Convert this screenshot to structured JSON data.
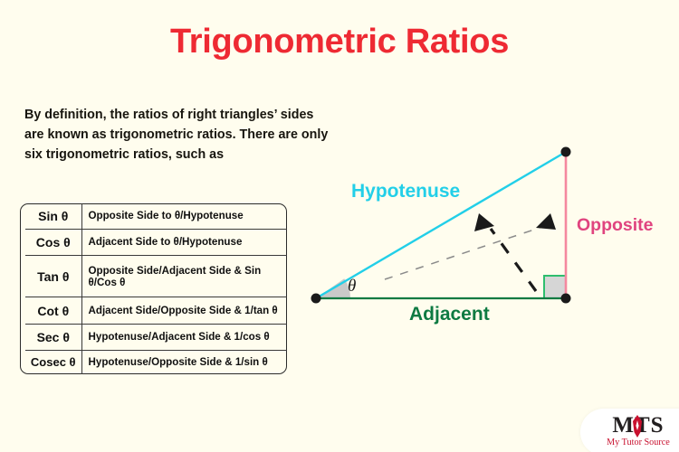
{
  "page": {
    "background_color": "#FFFDEE",
    "title": "Trigonometric Ratios",
    "title_color": "#EE2A33"
  },
  "intro": {
    "line1": "By definition, the ratios of right triangles’ sides",
    "line2": "are known as trigonometric ratios. There are only",
    "line3": "six trigonometric ratios, such as"
  },
  "table": {
    "rows": [
      {
        "fn": "Sin θ",
        "def": "Opposite Side to θ/Hypotenuse"
      },
      {
        "fn": "Cos θ",
        "def": "Adjacent Side to θ/Hypotenuse"
      },
      {
        "fn": "Tan θ",
        "def": "Opposite Side/Adjacent Side & Sin θ/Cos θ"
      },
      {
        "fn": "Cot θ",
        "def": "Adjacent Side/Opposite Side & 1/tan θ"
      },
      {
        "fn": "Sec θ",
        "def": "Hypotenuse/Adjacent Side & 1/cos θ"
      },
      {
        "fn": "Cosec θ",
        "def": "Hypotenuse/Opposite Side & 1/sin θ"
      }
    ]
  },
  "diagram": {
    "labels": {
      "hypotenuse": "Hypotenuse",
      "opposite": "Opposite",
      "adjacent": "Adjacent",
      "angle": "θ"
    },
    "colors": {
      "hypotenuse": "#22CFE8",
      "opposite": "#E0447F",
      "adjacent": "#0E7A42",
      "vertex": "#1A1A1A",
      "right_angle_fill": "#D6D6D6",
      "right_angle_border": "#2EBE6E",
      "angle_wedge_fill": "#C9C9C9",
      "arrow": "#1A1A1A"
    }
  },
  "logo": {
    "mark": "MTS",
    "tagline": "My Tutor Source",
    "mark_color": "#231F20",
    "tagline_color": "#C8102E"
  }
}
